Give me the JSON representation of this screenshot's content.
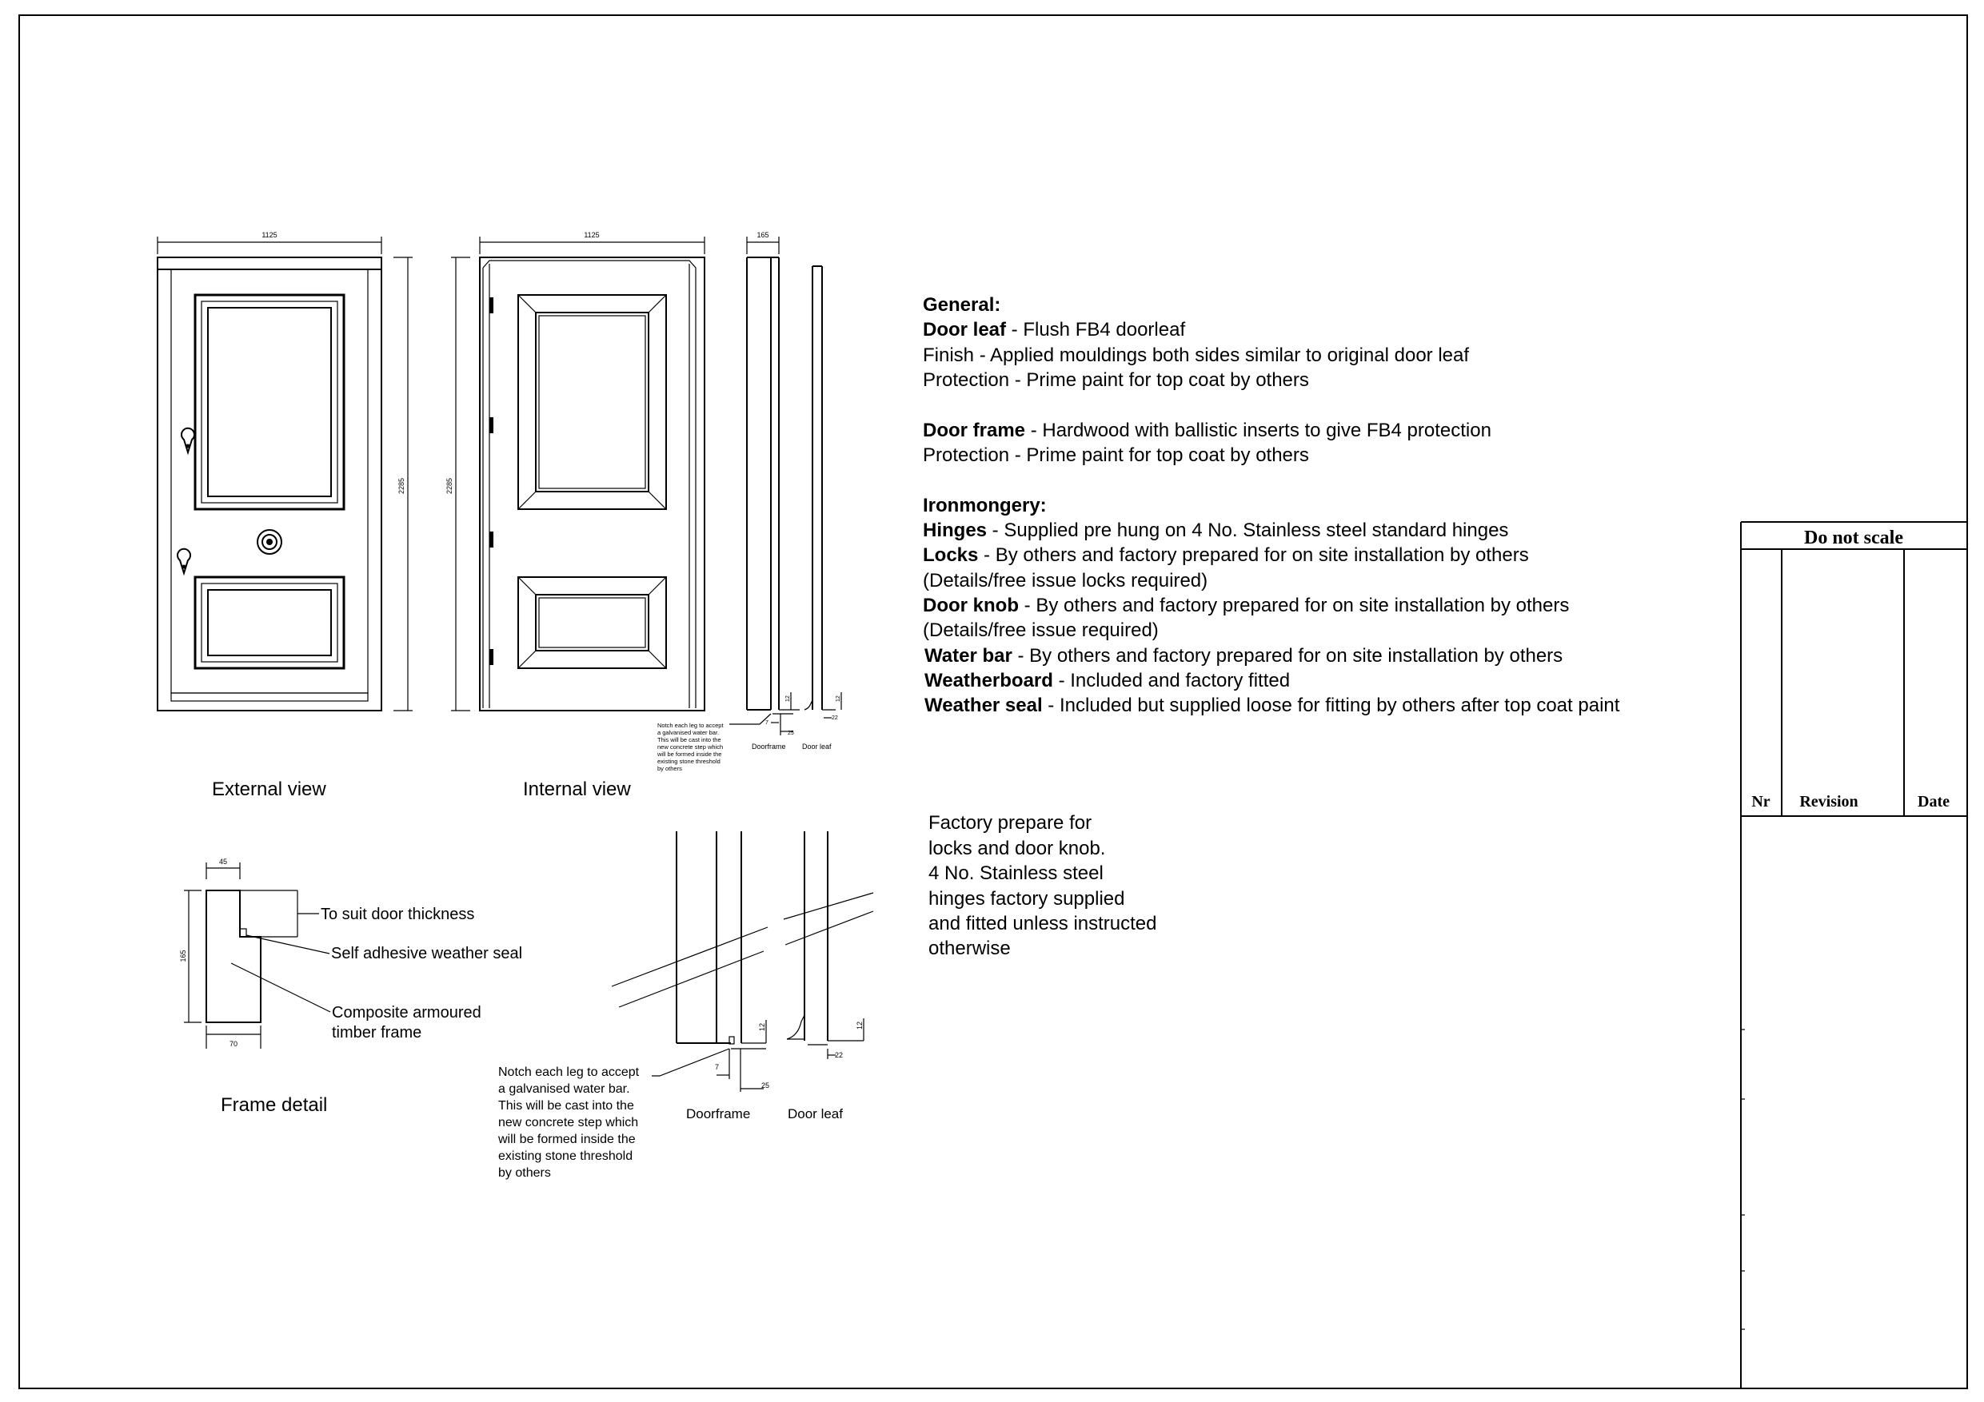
{
  "views": {
    "external_label": "External view",
    "internal_label": "Internal view",
    "frame_label": "Frame detail"
  },
  "dimensions": {
    "external_width": "1125",
    "external_height": "2285",
    "internal_width": "1125",
    "internal_height": "2285",
    "section_width": "165",
    "section_top_dim": "12",
    "section_leaf_dim": "12",
    "section_gap_dim": "7",
    "section_offset_dim": "25",
    "section_leaf_offset": "22",
    "frame_top_width": "45",
    "frame_height": "165",
    "frame_bottom_width": "70",
    "detail_top_dim": "12",
    "detail_leaf_dim": "12",
    "detail_gap_dim": "7",
    "detail_offset_dim": "25",
    "detail_leaf_offset": "22"
  },
  "section_small": {
    "note": [
      "Notch each leg to accept",
      "a galvanised water bar.",
      "This will be cast into the",
      "new concrete step which",
      "will be formed inside the",
      "existing stone threshold",
      "by others"
    ],
    "doorframe_label": "Doorframe",
    "doorleaf_label": "Door leaf"
  },
  "section_large": {
    "note": [
      "Notch each leg to accept",
      "a galvanised water bar.",
      "This will be cast into the",
      "new concrete step which",
      "will be formed inside the",
      "existing stone threshold",
      "by others"
    ],
    "doorframe_label": "Doorframe",
    "doorleaf_label": "Door leaf"
  },
  "frame_callouts": {
    "door_thickness": "To suit door thickness",
    "weather_seal": "Self adhesive weather seal",
    "frame_line1": "Composite armoured",
    "frame_line2": "timber frame"
  },
  "specs": {
    "general_heading": "General:",
    "door_leaf_key": "Door leaf",
    "door_leaf_val": " - Flush FB4 doorleaf",
    "finish": "Finish - Applied mouldings both sides similar to original door leaf",
    "protection_1": "Protection - Prime paint for top coat by others",
    "door_frame_key": "Door frame",
    "door_frame_val": " - Hardwood with ballistic inserts to give FB4 protection",
    "protection_2": "Protection - Prime paint for top coat by others",
    "ironmongery_heading": "Ironmongery:",
    "hinges_key": "Hinges",
    "hinges_val": " - Supplied pre hung on 4 No. Stainless steel standard hinges",
    "locks_key": "Locks",
    "locks_val": " - By others and factory prepared for on site installation by others",
    "locks_note": "(Details/free issue locks required)",
    "door_knob_key": "Door knob",
    "door_knob_val": " - By others and factory prepared for on site installation by others",
    "door_knob_note": "(Details/free issue required)",
    "water_bar_key": "Water bar",
    "water_bar_val": " - By others and factory prepared for on site installation by others",
    "weatherboard_key": "Weatherboard",
    "weatherboard_val": " - Included and factory fitted",
    "weather_seal_key": "Weather seal",
    "weather_seal_val": " - Included but supplied loose for fitting by others after top coat paint"
  },
  "factory_note": [
    "Factory prepare for",
    "locks and door knob.",
    "4 No. Stainless steel",
    "hinges factory supplied",
    "and fitted unless instructed",
    "otherwise"
  ],
  "revision_table": {
    "title": "Do not scale",
    "col_nr": "Nr",
    "col_revision": "Revision",
    "col_date": "Date"
  }
}
